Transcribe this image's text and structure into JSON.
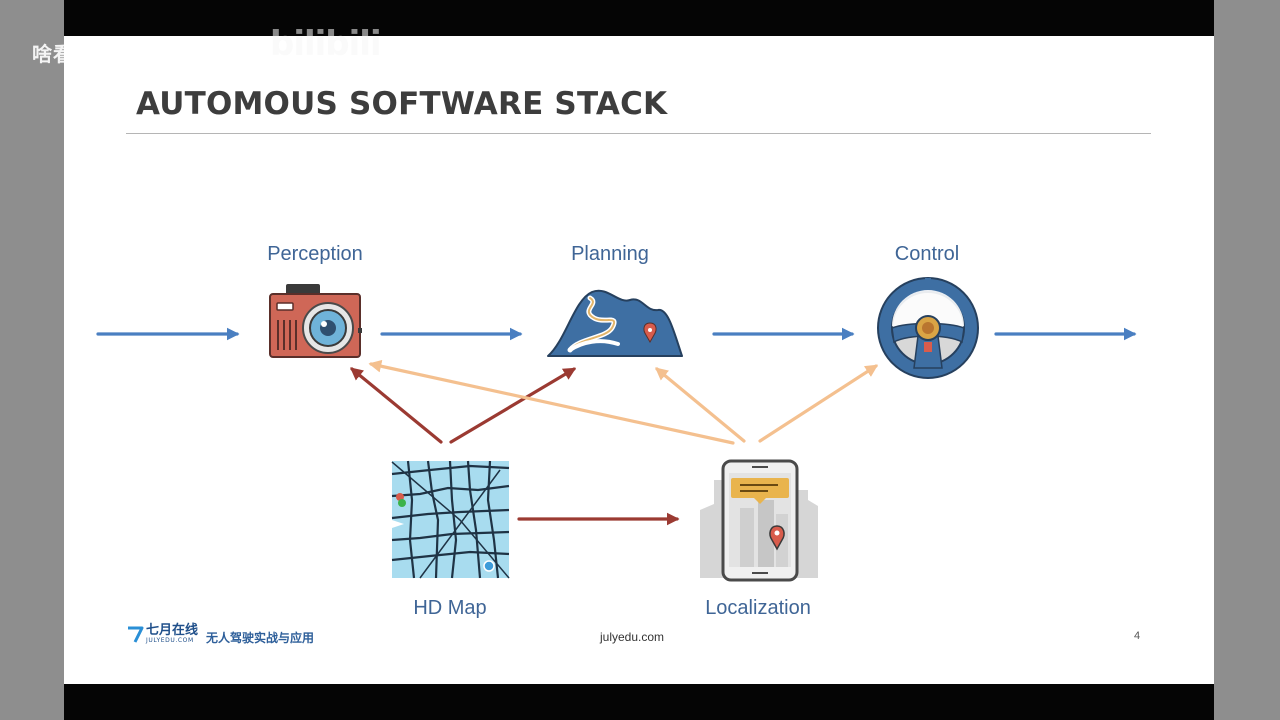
{
  "overlay": {
    "user_text": "啥看",
    "logo_text": "bilibili"
  },
  "slide": {
    "title": "AUTOMOUS SOFTWARE STACK",
    "page_number": "4"
  },
  "nodes": {
    "perception": {
      "label": "Perception",
      "icon": "camera-icon"
    },
    "planning": {
      "label": "Planning",
      "icon": "mountain-route-icon"
    },
    "control": {
      "label": "Control",
      "icon": "steering-wheel-icon"
    },
    "hd_map": {
      "label": "HD Map",
      "icon": "city-map-icon"
    },
    "localization": {
      "label": "Localization",
      "icon": "phone-location-icon"
    }
  },
  "edges": [
    {
      "from": "input",
      "to": "perception",
      "color": "#4a7fc1"
    },
    {
      "from": "perception",
      "to": "planning",
      "color": "#4a7fc1"
    },
    {
      "from": "planning",
      "to": "control",
      "color": "#4a7fc1"
    },
    {
      "from": "control",
      "to": "output",
      "color": "#4a7fc1"
    },
    {
      "from": "hd_map",
      "to": "perception",
      "color": "#9b3a32"
    },
    {
      "from": "hd_map",
      "to": "planning",
      "color": "#9b3a32"
    },
    {
      "from": "hd_map",
      "to": "localization",
      "color": "#9b3a32"
    },
    {
      "from": "localization",
      "to": "perception",
      "color": "#f4c08f"
    },
    {
      "from": "localization",
      "to": "planning",
      "color": "#f4c08f"
    },
    {
      "from": "localization",
      "to": "control",
      "color": "#f4c08f"
    }
  ],
  "colors": {
    "main_flow": "#4a7fc1",
    "map_flow": "#9b3a32",
    "localization_flow": "#f4c08f",
    "label": "#3f6596"
  },
  "footer": {
    "brand": "七月在线",
    "brand_sub": "JULYEDU.COM",
    "course": "无人驾驶实战与应用",
    "site": "julyedu.com"
  }
}
